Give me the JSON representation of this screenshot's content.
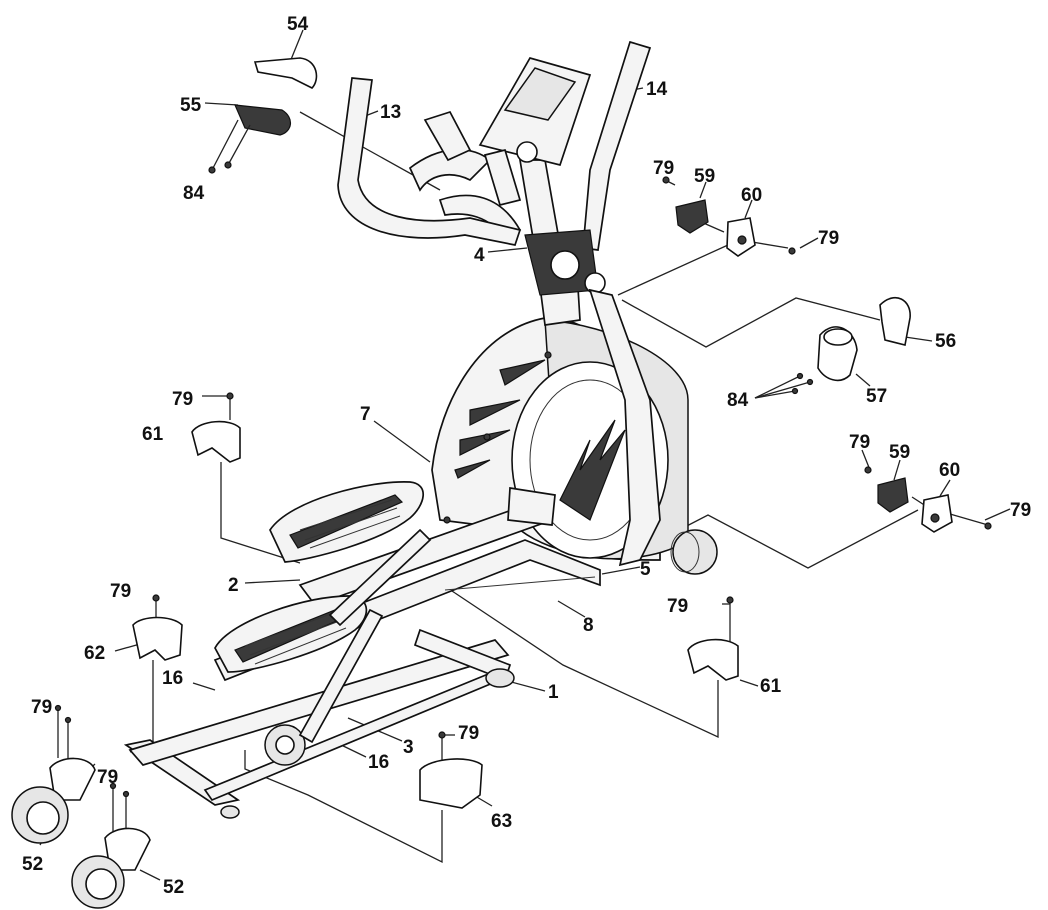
{
  "diagram": {
    "type": "exploded-parts-diagram",
    "callouts": {
      "p54": "54",
      "p55": "55",
      "p84a": "84",
      "p13": "13",
      "p14": "14",
      "p4": "4",
      "p79a": "79",
      "p59a": "59",
      "p60a": "60",
      "p79b": "79",
      "p56": "56",
      "p57": "57",
      "p84b": "84",
      "p79c": "79",
      "p61a": "61",
      "p7": "7",
      "p79d": "79",
      "p59b": "59",
      "p60b": "60",
      "p79e": "79",
      "p2": "2",
      "p5": "5",
      "p8": "8",
      "p79f": "79",
      "p62": "62",
      "p79g": "79",
      "p61b": "61",
      "p16a": "16",
      "p1": "1",
      "p3": "3",
      "p16b": "16",
      "p79h": "79",
      "p79i": "79",
      "p63": "63",
      "p52a": "52",
      "p52b": "52"
    }
  }
}
